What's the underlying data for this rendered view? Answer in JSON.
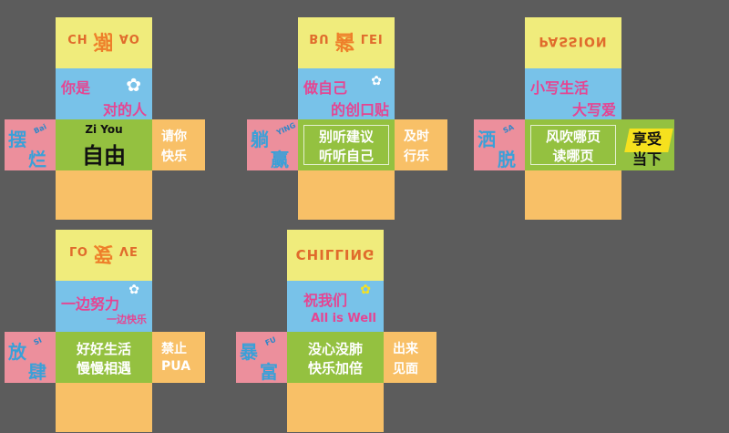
{
  "nets": [
    {
      "brand": {
        "pre": "CH",
        "big": "潮",
        "post": "AO"
      },
      "upper": {
        "line1": "你是",
        "line2": "对的人",
        "flower": "✿"
      },
      "left": {
        "top": "摆",
        "bottom": "烂",
        "tag": "Bai"
      },
      "center": {
        "sub": "Zi You",
        "main": "自由"
      },
      "right": {
        "line1": "请你",
        "line2": "快乐"
      }
    },
    {
      "brand": {
        "pre": "BU",
        "big": "酱",
        "post": "LEI"
      },
      "upper": {
        "line1": "做自己",
        "line2": "的创口贴",
        "flower": "✿"
      },
      "left": {
        "top": "躺",
        "bottom": "赢",
        "tag": "YING"
      },
      "center": {
        "line1": "别听建议",
        "line2": "听听自己"
      },
      "right": {
        "line1": "及时",
        "line2": "行乐"
      }
    },
    {
      "brand": {
        "pre": "PASSION",
        "big": "",
        "post": ""
      },
      "upper": {
        "line1": "小写生活",
        "line2": "大写爱"
      },
      "left": {
        "top": "洒",
        "bottom": "脱",
        "tag": "SA"
      },
      "center": {
        "line1": "风吹哪页",
        "line2": "读哪页"
      },
      "right": {
        "line1": "享受",
        "line2": "当下"
      }
    },
    {
      "brand": {
        "pre": "LO",
        "big": "爱",
        "post": "VE"
      },
      "upper": {
        "line1": "一边努力",
        "line2": "一边快乐",
        "flower": "✿"
      },
      "left": {
        "top": "放",
        "bottom": "肆",
        "tag": "SI"
      },
      "center": {
        "line1": "好好生活",
        "line2": "慢慢相遇"
      },
      "right": {
        "line1": "禁止",
        "line2": "PUA"
      }
    },
    {
      "brand": {
        "pre": "CHILLING",
        "big": "",
        "post": ""
      },
      "upper": {
        "line1": "祝我们",
        "line2": "All is Well",
        "flower": "✿"
      },
      "left": {
        "top": "暴",
        "bottom": "富",
        "tag": "FU"
      },
      "center": {
        "line1": "没心没肺",
        "line2": "快乐加倍"
      },
      "right": {
        "line1": "出来",
        "line2": "见面"
      }
    }
  ]
}
